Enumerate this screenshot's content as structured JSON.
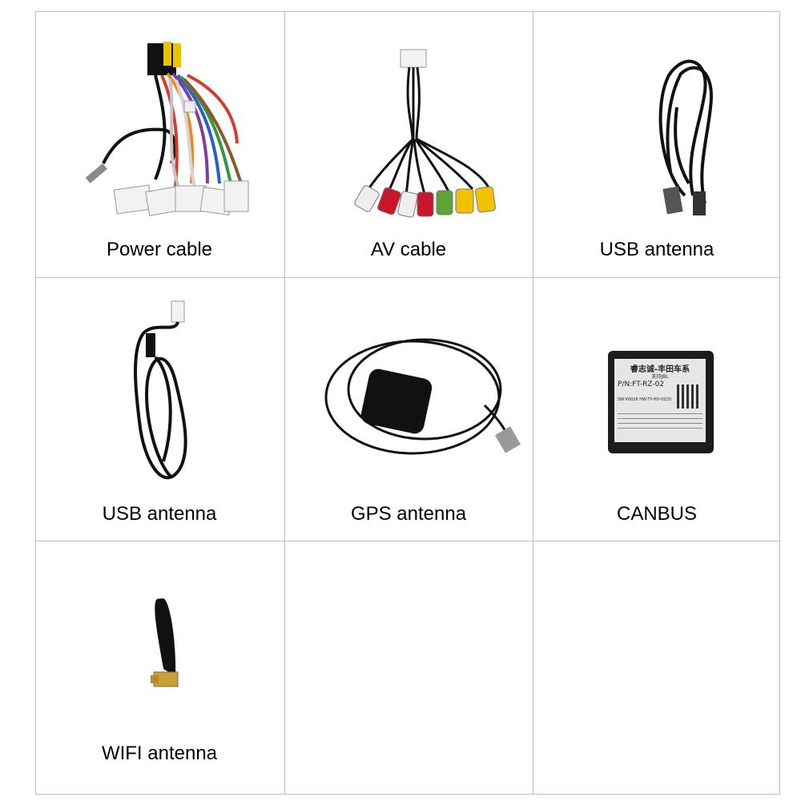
{
  "items": [
    {
      "label": "Power cable",
      "icon": "power-cable-harness"
    },
    {
      "label": "AV cable",
      "icon": "av-rca-cable"
    },
    {
      "label": "USB antenna",
      "icon": "usb-cable-coil"
    },
    {
      "label": "USB antenna",
      "icon": "usb-cable-coil-connector"
    },
    {
      "label": "GPS antenna",
      "icon": "gps-antenna"
    },
    {
      "label": "CANBUS",
      "icon": "canbus-box"
    },
    {
      "label": "WIFI antenna",
      "icon": "wifi-antenna"
    }
  ],
  "canbus_box": {
    "line1": "睿志诚-丰田车系",
    "line2": "支持JBL",
    "line3": "P/N:FT-RZ-02",
    "line4": "SW:V0026 HW:TY-HD-02(3)"
  },
  "colors": {
    "grid_line": "#bdbdbd",
    "rca_red": "#c9162b",
    "rca_white": "#eeeeee",
    "rca_yellow": "#f2c200",
    "rca_green": "#5aa630",
    "cable": "#111111"
  }
}
